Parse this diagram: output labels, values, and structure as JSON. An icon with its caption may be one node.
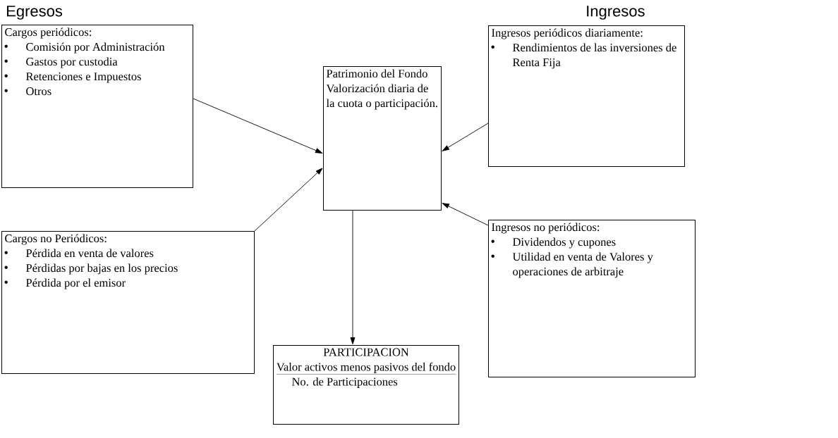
{
  "diagram": {
    "nodes": [
      {
        "text": [
          "Cargos periódicos:",
          "Comisión por Administración",
          "Gastos por custodia",
          "Retenciones e Impuestos",
          "Otros"
        ]
      },
      {
        "text": [
          "Cargos no Periódicos:",
          "Pérdida en venta de valores",
          "Pérdidas por bajas  en los precios",
          "Pérdida por el emisor"
        ]
      },
      {
        "text": [
          "Patrimonio del Fondo",
          "Valorización diaria de la cuota o participación."
        ]
      },
      {
        "text": [
          "Ingresos periódicos diariamente:",
          "Rendimientos de las inversiones de Renta Fija"
        ]
      },
      {
        "text": [
          "Ingresos no periódicos:",
          "Dividendos y cupones",
          "Utilidad en venta de Valores y operaciones de arbitraje"
        ]
      },
      {
        "text": [
          "PARTICIPACION",
          "Valor  activos menos pasivos del fondo",
          "No. de Participaciones"
        ]
      }
    ],
    "edges": [
      {
        "from": 0,
        "to": 2,
        "arrow": "to"
      },
      {
        "from": 1,
        "to": 2,
        "arrow": "to"
      },
      {
        "from": 3,
        "to": 2,
        "arrow": "to"
      },
      {
        "from": 4,
        "to": 2,
        "arrow": "to"
      },
      {
        "from": 2,
        "to": 5,
        "arrow": "to"
      }
    ],
    "labels": [
      "Egresos",
      "Ingresos"
    ]
  }
}
